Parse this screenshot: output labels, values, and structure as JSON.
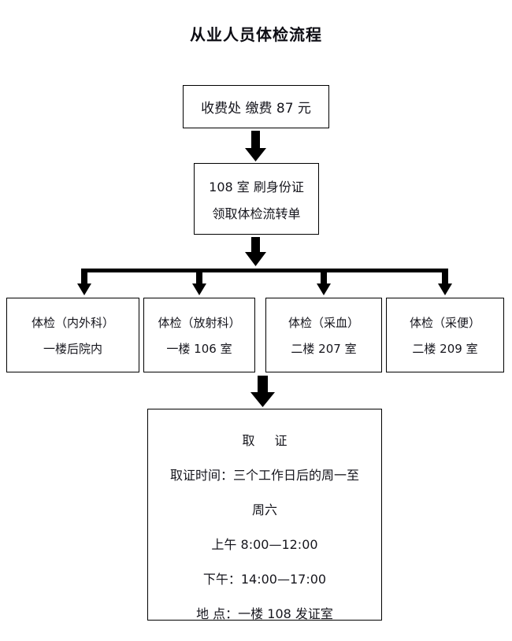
{
  "title": "从业人员体检流程",
  "nodes": {
    "fee": {
      "lines": [
        "收费处  缴费 87 元"
      ]
    },
    "idcard": {
      "lines": [
        "108 室  刷身份证",
        "领取体检流转单"
      ]
    },
    "exams": [
      {
        "lines": [
          "体检（内外科）",
          "一楼后院内"
        ]
      },
      {
        "lines": [
          "体检（放射科）",
          "一楼 106 室"
        ]
      },
      {
        "lines": [
          "体检（采血）",
          "二楼 207 室"
        ]
      },
      {
        "lines": [
          "体检（采便）",
          "二楼 209 室"
        ]
      }
    ],
    "certificate": {
      "heading": "取 证",
      "lines": [
        "取证时间：三个工作日后的周一至",
        "周六",
        "上午 8:00—12:00",
        "下午：14:00—17:00",
        "地    点：一楼 108 发证室"
      ]
    }
  },
  "colors": {
    "stroke": "#000000",
    "background": "#ffffff",
    "text": "#16161d",
    "title": "#0d0d14"
  }
}
